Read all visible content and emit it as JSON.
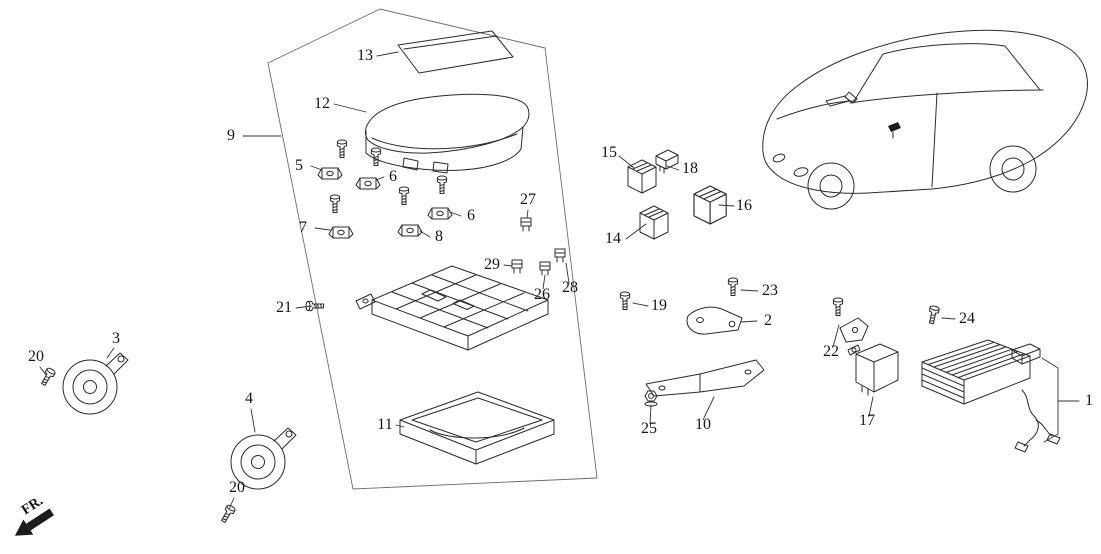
{
  "diagram": {
    "fr": {
      "label": "FR."
    },
    "colors": {
      "line": "#2b2b2b",
      "background": "#ffffff"
    },
    "callouts": {
      "c1": {
        "label": "1"
      },
      "c2": {
        "label": "2"
      },
      "c3": {
        "label": "3"
      },
      "c4": {
        "label": "4"
      },
      "c5": {
        "label": "5"
      },
      "c6a": {
        "label": "6"
      },
      "c6b": {
        "label": "6"
      },
      "c7": {
        "label": "7"
      },
      "c8": {
        "label": "8"
      },
      "c9": {
        "label": "9"
      },
      "c10": {
        "label": "10"
      },
      "c11": {
        "label": "11"
      },
      "c12": {
        "label": "12"
      },
      "c13": {
        "label": "13"
      },
      "c14": {
        "label": "14"
      },
      "c15": {
        "label": "15"
      },
      "c16": {
        "label": "16"
      },
      "c17": {
        "label": "17"
      },
      "c18": {
        "label": "18"
      },
      "c19": {
        "label": "19"
      },
      "c20a": {
        "label": "20"
      },
      "c20b": {
        "label": "20"
      },
      "c21": {
        "label": "21"
      },
      "c22": {
        "label": "22"
      },
      "c23": {
        "label": "23"
      },
      "c24": {
        "label": "24"
      },
      "c25": {
        "label": "25"
      },
      "c26": {
        "label": "26"
      },
      "c27": {
        "label": "27"
      },
      "c28": {
        "label": "28"
      },
      "c29": {
        "label": "29"
      }
    }
  }
}
